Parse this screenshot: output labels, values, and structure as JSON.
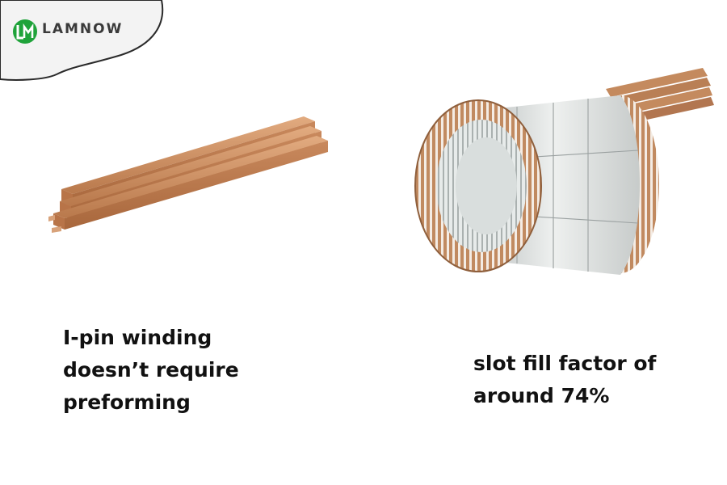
{
  "brand": {
    "logo_monogram": "LM",
    "logo_wordmark": "LAMNOW",
    "colors": {
      "logo_green": "#1fa33a",
      "copper": "#c98a5c",
      "steel": "#d9dcdc"
    }
  },
  "illustrations": {
    "left": "i-pin-conductor-icon",
    "right": "stator-hairpin-winding-icon"
  },
  "captions": {
    "left": {
      "lines": [
        "I-pin winding",
        "doesn’t require",
        "preforming"
      ]
    },
    "right": {
      "lines": [
        "slot fill factor of",
        "around 74%"
      ]
    }
  }
}
